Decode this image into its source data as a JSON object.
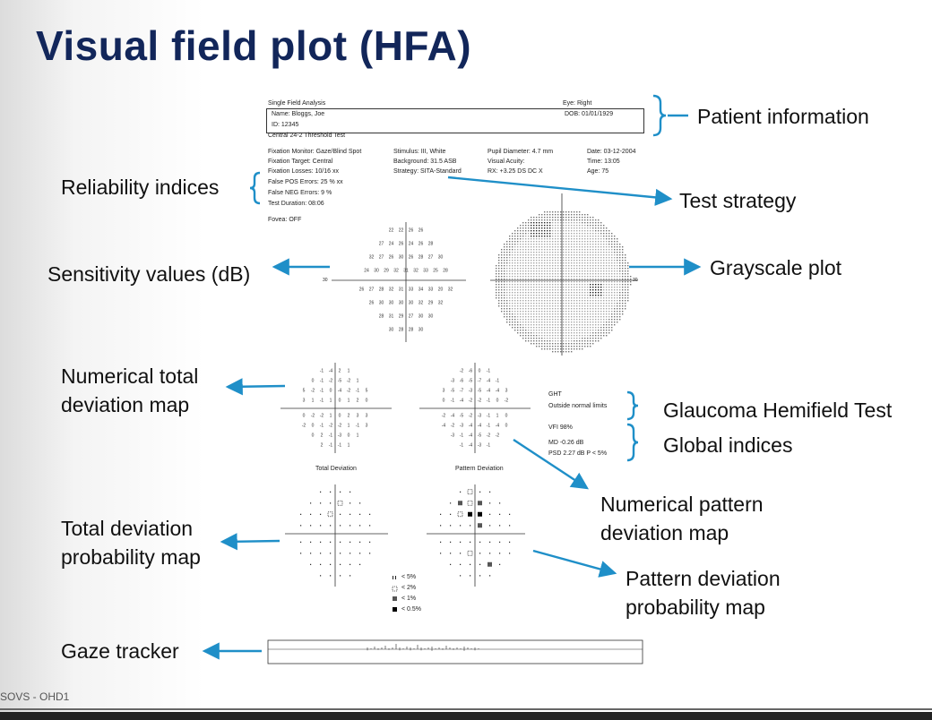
{
  "title": "Visual field plot (HFA)",
  "footer": "SOVS - OHD1",
  "labels": {
    "patient_information": "Patient information",
    "reliability_indices": "Reliability indices",
    "test_strategy": "Test strategy",
    "sensitivity_values": "Sensitivity values (dB)",
    "grayscale_plot": "Grayscale plot",
    "numerical_total_deviation": "Numerical total\ndeviation map",
    "glaucoma_hemifield_test": "Glaucoma Hemifield Test",
    "global_indices": "Global indices",
    "numerical_pattern_deviation": "Numerical pattern\ndeviation map",
    "total_deviation_probability": "Total deviation\nprobability map",
    "pattern_deviation_probability": "Pattern deviation\nprobability map",
    "gaze_tracker": "Gaze tracker"
  },
  "printout": {
    "header": "Single Field Analysis",
    "eye": "Eye: Right",
    "name": "Name: Bloggs, Joe",
    "dob": "DOB:  01/01/1929",
    "id": "ID:  12345",
    "test_name": "Central 24-2 Threshold Test",
    "col1": [
      "Fixation Monitor: Gaze/Blind Spot",
      "Fixation Target: Central",
      "Fixation Losses: 10/16 xx",
      "False POS Errors: 25 % xx",
      "False NEG Errors:  9 %",
      "Test Duration: 08:06"
    ],
    "col2": [
      "Stimulus: III, White",
      "Background: 31.5 ASB",
      "Strategy: SITA-Standard"
    ],
    "col3": [
      "Pupil Diameter: 4.7 mm",
      "Visual Acuity:",
      "RX: +3.25 DS     DC  X"
    ],
    "col4": [
      "Date: 03-12-2004",
      "Time: 13:05",
      "Age: 75"
    ],
    "fovea": "Fovea: OFF",
    "axis_30": "30",
    "ght_label": "GHT",
    "ght_value": "Outside normal limits",
    "vfi": "VFI    98%",
    "md": "MD    -0.26 dB",
    "psd": "PSD    2.27 dB  P < 5%",
    "total_deviation_caption": "Total Deviation",
    "pattern_deviation_caption": "Pattern Deviation",
    "legend": [
      "< 5%",
      "< 2%",
      "< 1%",
      "< 0.5%"
    ]
  },
  "sensitivity_rows": [
    [
      "22",
      "22",
      "26",
      "26"
    ],
    [
      "27",
      "24",
      "26",
      "24",
      "26",
      "28"
    ],
    [
      "32",
      "27",
      "26",
      "30",
      "26",
      "28",
      "27",
      "30"
    ],
    [
      "24",
      "30",
      "29",
      "32",
      "31",
      "32",
      "33",
      "25",
      "28"
    ],
    [
      "26",
      "27",
      "28",
      "32",
      "31",
      "33",
      "34",
      "33",
      "20",
      "32"
    ],
    [
      "26",
      "30",
      "30",
      "30",
      "30",
      "32",
      "29",
      "32"
    ],
    [
      "28",
      "31",
      "29",
      "27",
      "30",
      "30"
    ],
    [
      "30",
      "28",
      "28",
      "30"
    ]
  ],
  "sensitivity_row30": "30",
  "total_dev_rows": [
    [
      "-1",
      "-4",
      "2",
      "1"
    ],
    [
      "0",
      "-1",
      "-2",
      "-5",
      "-2",
      "1"
    ],
    [
      "5",
      "-2",
      "-1",
      "0",
      "-4",
      "-2",
      "-1",
      "5"
    ],
    [
      "3",
      "1",
      "-1",
      "1",
      "0",
      "1",
      "2",
      "0"
    ],
    [
      "0",
      "-2",
      "-2",
      "1",
      "0",
      "2",
      "3",
      "3"
    ],
    [
      "-2",
      "0",
      "-1",
      "-2",
      "-2",
      "1",
      "-1",
      "3"
    ],
    [
      "0",
      "2",
      "-1",
      "-3",
      "0",
      "1"
    ],
    [
      "2",
      "-1",
      "-1",
      "1"
    ]
  ],
  "pattern_dev_rows": [
    [
      "-2",
      "-6",
      "0",
      "-1"
    ],
    [
      "-3",
      "-6",
      "-5",
      "-7",
      "-4",
      "-1"
    ],
    [
      "3",
      "-5",
      "-7",
      "-3",
      "-5",
      "-4",
      "-4",
      "3"
    ],
    [
      "0",
      "-1",
      "-4",
      "-2",
      "-2",
      "-1",
      "0",
      "-2"
    ],
    [
      "-2",
      "-4",
      "-5",
      "-2",
      "-3",
      "-1",
      "1",
      "0"
    ],
    [
      "-4",
      "-2",
      "-3",
      "-4",
      "-4",
      "-1",
      "-4",
      "0"
    ],
    [
      "-3",
      "-1",
      "-4",
      "-5",
      "-2",
      "-2"
    ],
    [
      "-1",
      "-4",
      "-3",
      "-1"
    ]
  ]
}
